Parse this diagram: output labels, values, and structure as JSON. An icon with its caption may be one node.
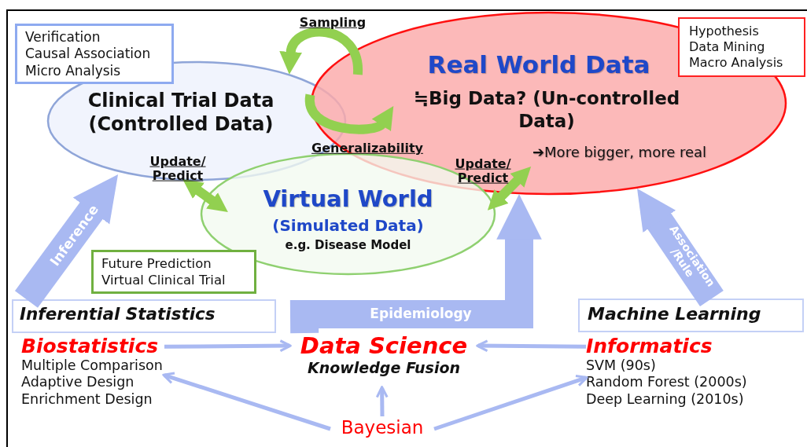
{
  "diagram": {
    "nodes": [
      {
        "text": [
          "Verification",
          "Causal Association",
          "Micro Analysis"
        ]
      },
      {
        "text": [
          "Clinical Trial Data (Controlled Data)"
        ]
      },
      {
        "text": [
          "Real World Data",
          "≒Big Data? (Un-controlled Data)",
          "➔More bigger, more real"
        ]
      },
      {
        "text": [
          "Hypothesis",
          "Data Mining",
          "Macro Analysis"
        ]
      },
      {
        "text": [
          "Virtual World",
          "(Simulated Data)",
          "e.g. Disease Model"
        ]
      },
      {
        "text": [
          "Future Prediction",
          "Virtual Clinical Trial"
        ]
      },
      {
        "text": [
          "Inferential Statistics"
        ]
      },
      {
        "text": [
          "Machine Learning"
        ]
      },
      {
        "text": [
          "Biostatistics",
          "Multiple Comparison",
          "Adaptive Design",
          "Enrichment Design"
        ]
      },
      {
        "text": [
          "Data Science",
          "Knowledge Fusion"
        ]
      },
      {
        "text": [
          "Informatics",
          "SVM (90s)",
          "Random Forest (2000s)",
          "Deep Learning (2010s)"
        ]
      },
      {
        "text": [
          "Bayesian"
        ]
      }
    ],
    "edges": [
      {
        "from": 2,
        "to": 1,
        "arrow": "to",
        "label": "Sampling",
        "color": "#92d050"
      },
      {
        "from": 1,
        "to": 2,
        "arrow": "to",
        "label": "Generalizability",
        "color": "#92d050"
      },
      {
        "from": 1,
        "to": 4,
        "arrow": "both",
        "label": "Update/ Predict",
        "color": "#92d050"
      },
      {
        "from": 4,
        "to": 2,
        "arrow": "both",
        "label": "Update/ Predict",
        "color": "#92d050"
      },
      {
        "from": 6,
        "to": 1,
        "arrow": "to",
        "label": "Inference",
        "style": "thick"
      },
      {
        "from": 9,
        "to": 2,
        "arrow": "to",
        "label": "Epidemiology",
        "style": "thick"
      },
      {
        "from": 7,
        "to": 2,
        "arrow": "to",
        "label": "Association /Rule",
        "style": "thick"
      },
      {
        "from": 8,
        "to": 9,
        "arrow": "to"
      },
      {
        "from": 10,
        "to": 9,
        "arrow": "to"
      },
      {
        "from": 11,
        "to": 8,
        "arrow": "to"
      },
      {
        "from": 11,
        "to": 9,
        "arrow": "to"
      },
      {
        "from": 11,
        "to": 10,
        "arrow": "to"
      }
    ]
  }
}
